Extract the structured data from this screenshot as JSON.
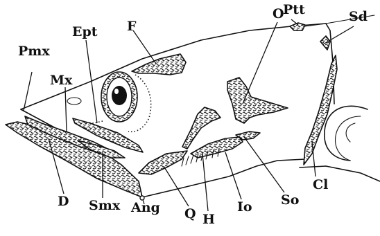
{
  "labels": {
    "pmx": "Pmx",
    "mx": "Mx",
    "ept": "Ept",
    "f": "F",
    "o": "O",
    "ptt": "Ptt",
    "sd": "Sd",
    "d": "D",
    "smx": "Smx",
    "ang": "Ang",
    "q": "Q",
    "h": "H",
    "io": "Io",
    "so": "So",
    "cl": "Cl"
  }
}
